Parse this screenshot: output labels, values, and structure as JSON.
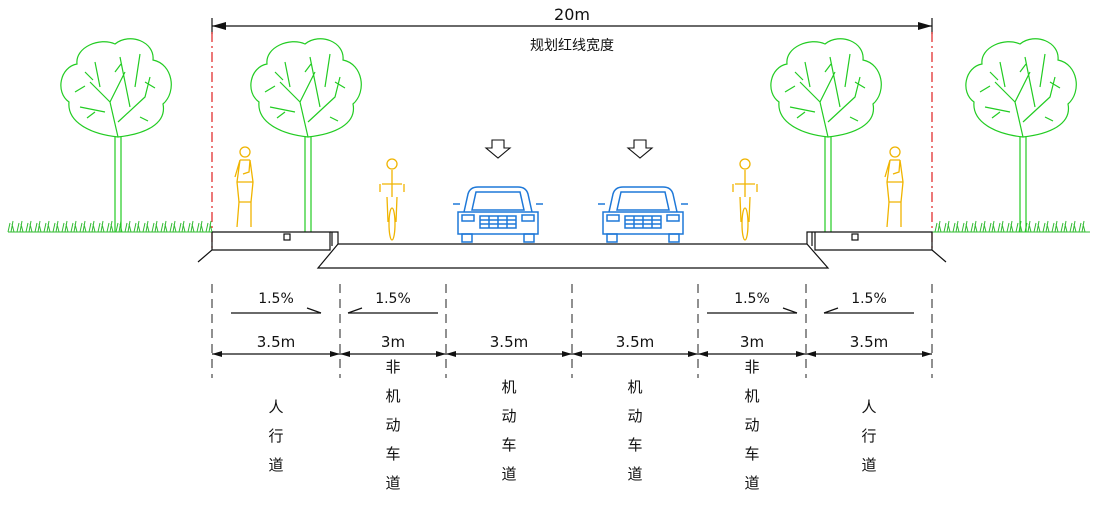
{
  "diagram": {
    "total_width_label": "20m",
    "red_line_label": "规划红线宽度",
    "lanes": [
      {
        "width": "3.5m",
        "slope": "1.5%",
        "name": [
          "人",
          "行",
          "道"
        ]
      },
      {
        "width": "3m",
        "slope": "1.5%",
        "name": [
          "非",
          "机",
          "动",
          "车",
          "道"
        ]
      },
      {
        "width": "3.5m",
        "slope": "",
        "name": [
          "机",
          "动",
          "车",
          "道"
        ]
      },
      {
        "width": "3.5m",
        "slope": "",
        "name": [
          "机",
          "动",
          "车",
          "道"
        ]
      },
      {
        "width": "3m",
        "slope": "1.5%",
        "name": [
          "非",
          "机",
          "动",
          "车",
          "道"
        ]
      },
      {
        "width": "3.5m",
        "slope": "1.5%",
        "name": [
          "人",
          "行",
          "道"
        ]
      }
    ],
    "colors": {
      "tree": "#22cc22",
      "pedestrian": "#f0b400",
      "car": "#1e78d8",
      "red_line": "#e02020"
    }
  }
}
